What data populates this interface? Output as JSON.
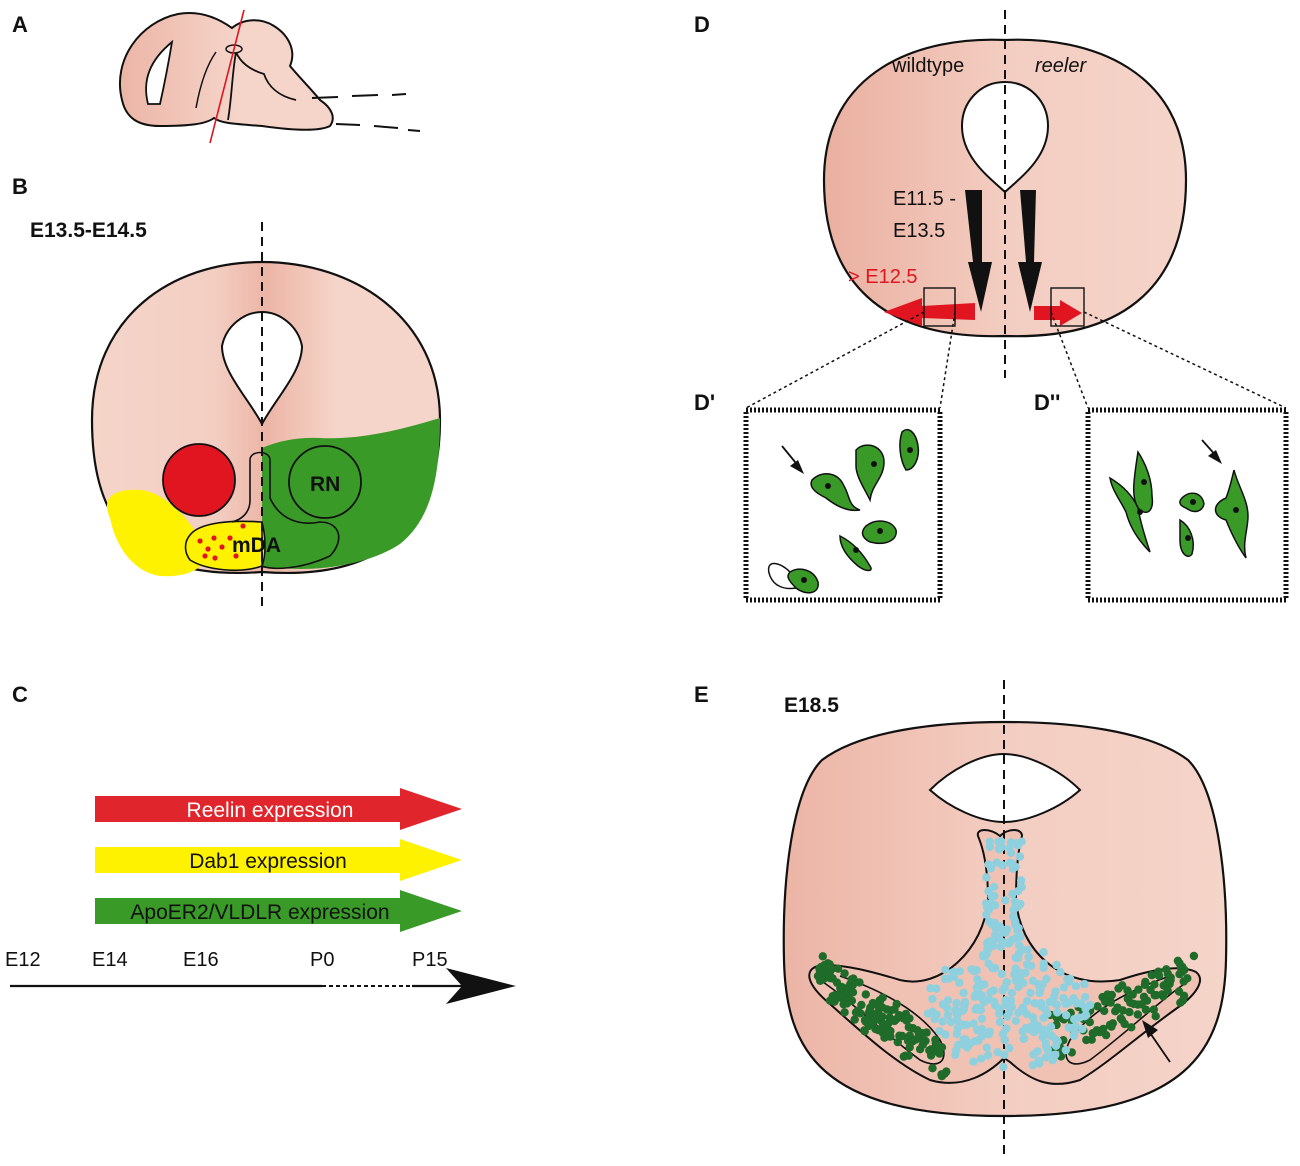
{
  "panels": {
    "A": "A",
    "B": "B",
    "C": "C",
    "D": "D",
    "D1": "D'",
    "D2": "D''",
    "E": "E"
  },
  "panel_b": {
    "stage": "E13.5-E14.5",
    "rn_label": "RN",
    "mda_label": "mDA"
  },
  "panel_c": {
    "bars": [
      {
        "label": "Reelin expression",
        "color": "#e0262c",
        "text_color": "#ffffff"
      },
      {
        "label": "Dab1 expression",
        "color": "#fff200",
        "text_color": "#111111"
      },
      {
        "label": "ApoER2/VLDLR expression",
        "color": "#3a9a28",
        "text_color": "#111111"
      }
    ],
    "timeline": [
      "E12",
      "E14",
      "E16",
      "P0",
      "P15"
    ]
  },
  "panel_d": {
    "left_label": "wildtype",
    "right_label": "reeler",
    "stage_line1": "E11.5 -",
    "stage_line2": "E13.5",
    "red_stage": "> E12.5"
  },
  "panel_e": {
    "stage": "E18.5"
  },
  "colors": {
    "tissue": "#f2c9bc",
    "red": "#e01520",
    "yellow": "#fff200",
    "green": "#3a9a28",
    "dark_green": "#1f6b2a",
    "light_blue": "#8fd0df"
  }
}
